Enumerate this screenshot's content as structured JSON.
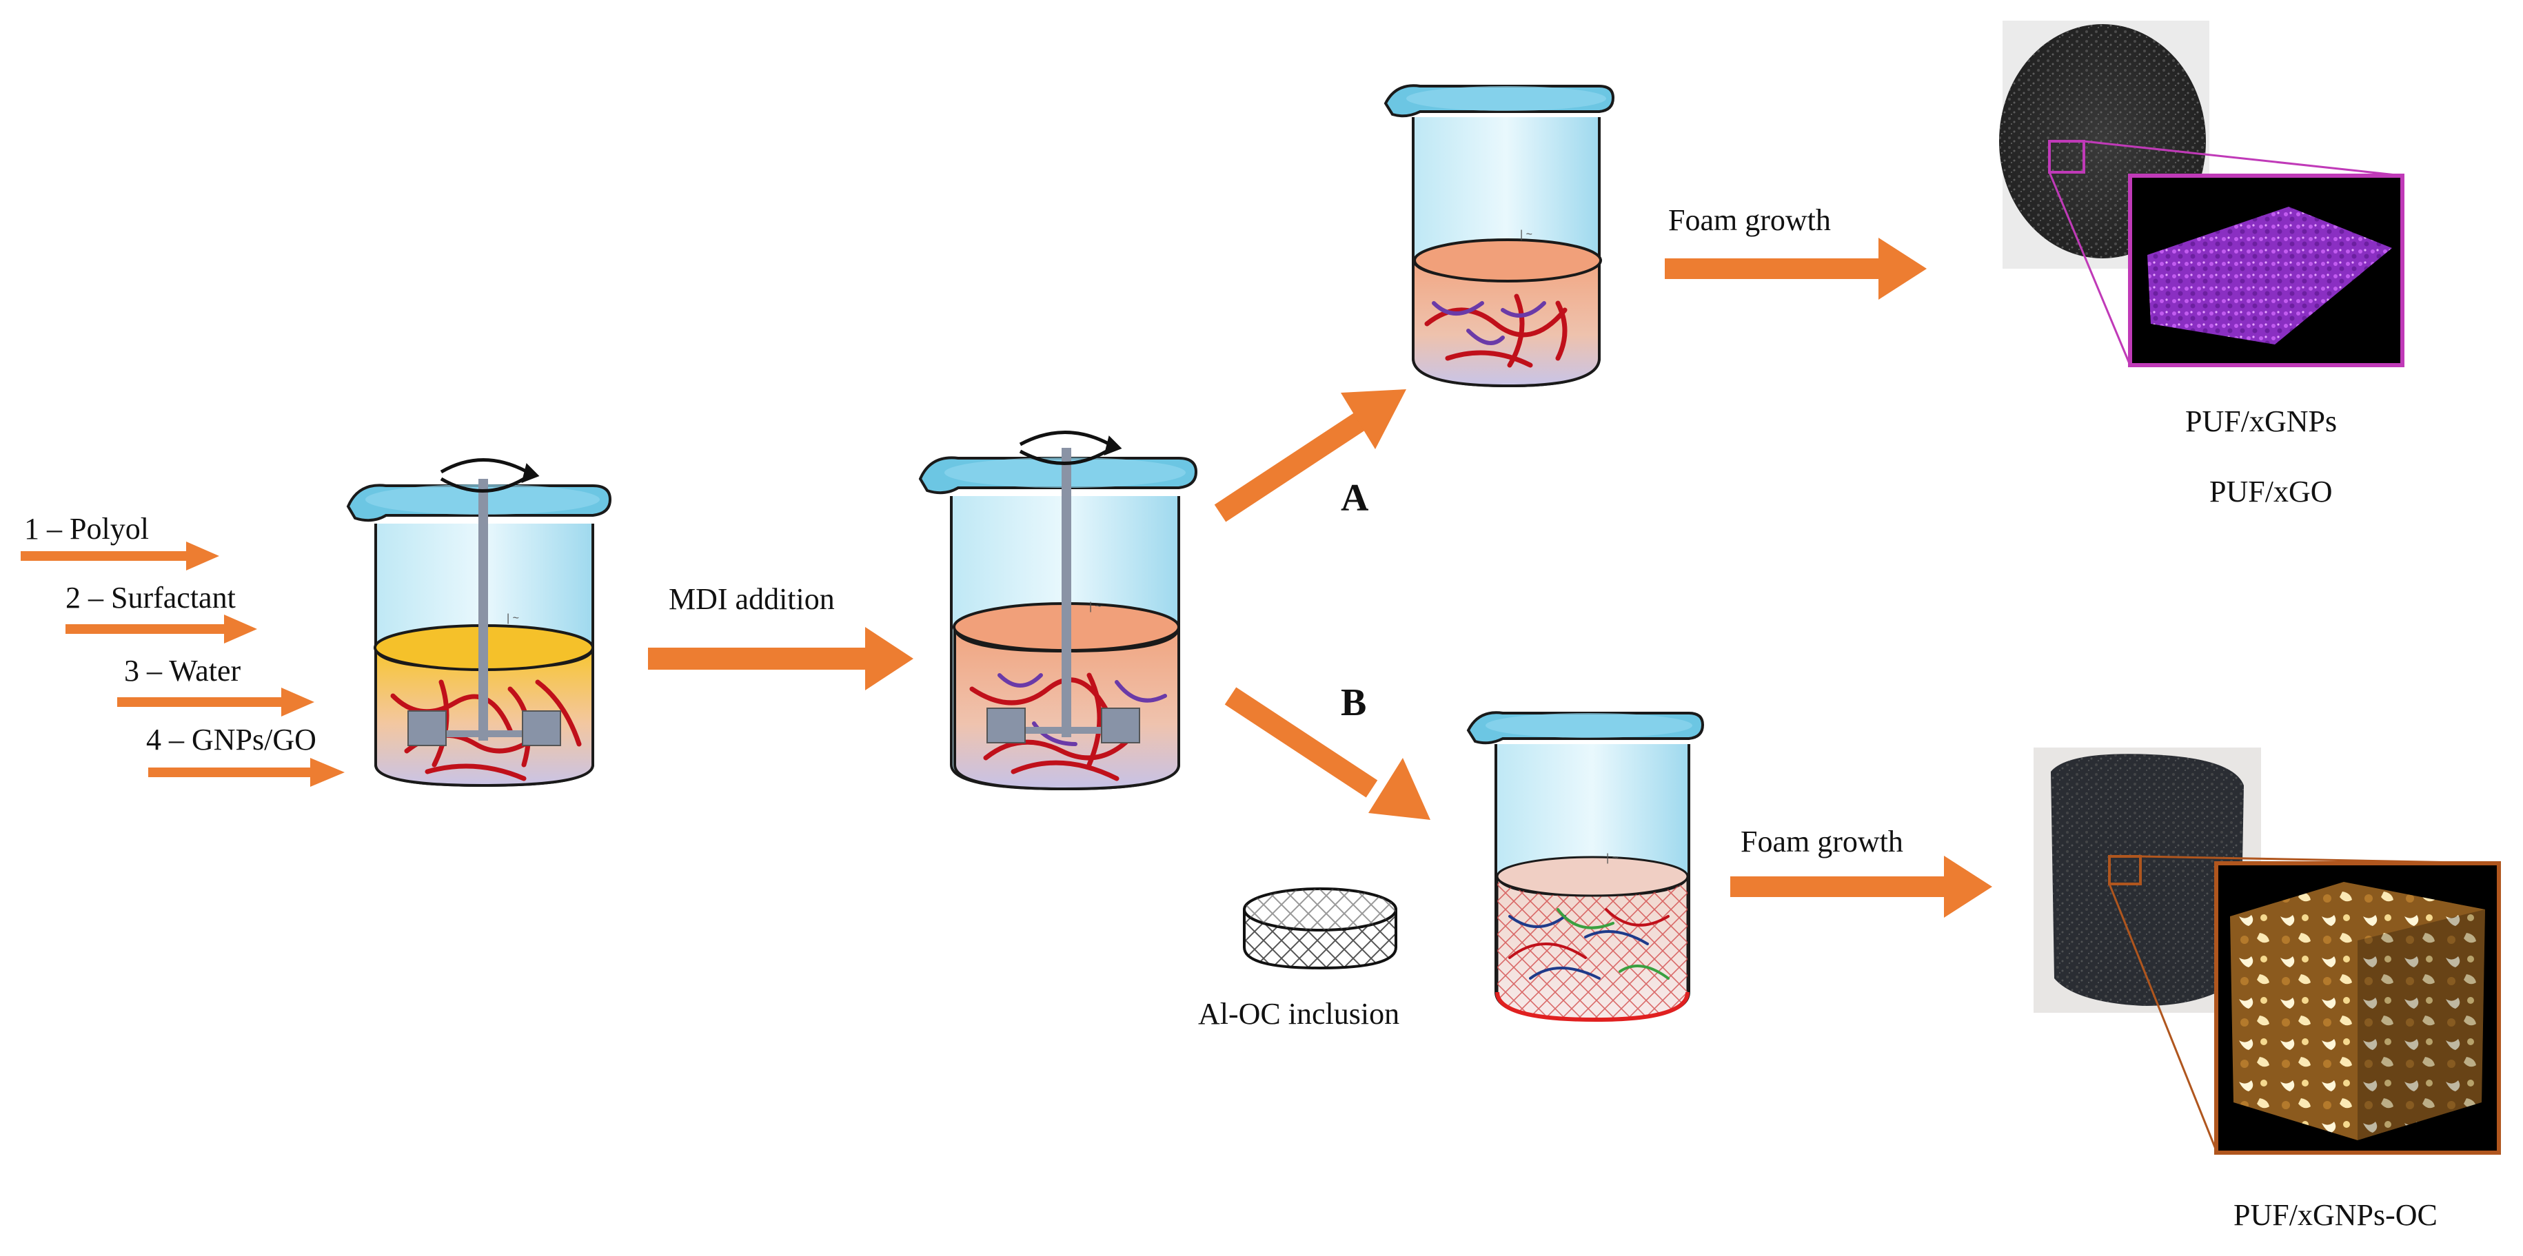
{
  "inputs": [
    {
      "label": "1 – Polyol"
    },
    {
      "label": "2 – Surfactant"
    },
    {
      "label": "3 – Water"
    },
    {
      "label": "4 – GNPs/GO"
    }
  ],
  "steps": {
    "mdi_addition": "MDI addition",
    "route_a": "A",
    "route_b": "B",
    "foam_growth_a": "Foam growth",
    "foam_growth_b": "Foam growth",
    "al_oc_inclusion": "Al-OC inclusion"
  },
  "products": {
    "a_line1": "PUF/xGNPs",
    "a_line2": "PUF/xGO",
    "b": "PUF/xGNPs-OC"
  },
  "colors": {
    "arrow": "#ed7d31",
    "glass": "#a8dff0",
    "yellow_mix": "#f6c93a",
    "peach_mix": "#f0a98a",
    "fiber_red": "#c0101a",
    "fiber_purple": "#6a3aa8",
    "zoom_a_frame": "#c03ab8",
    "zoom_b_frame": "#b0561e"
  },
  "icons": [
    "stirrer-icon",
    "rotation-arrow-icon",
    "ceramic-ring-icon",
    "foam-photo-icon",
    "micro-ct-icon"
  ]
}
